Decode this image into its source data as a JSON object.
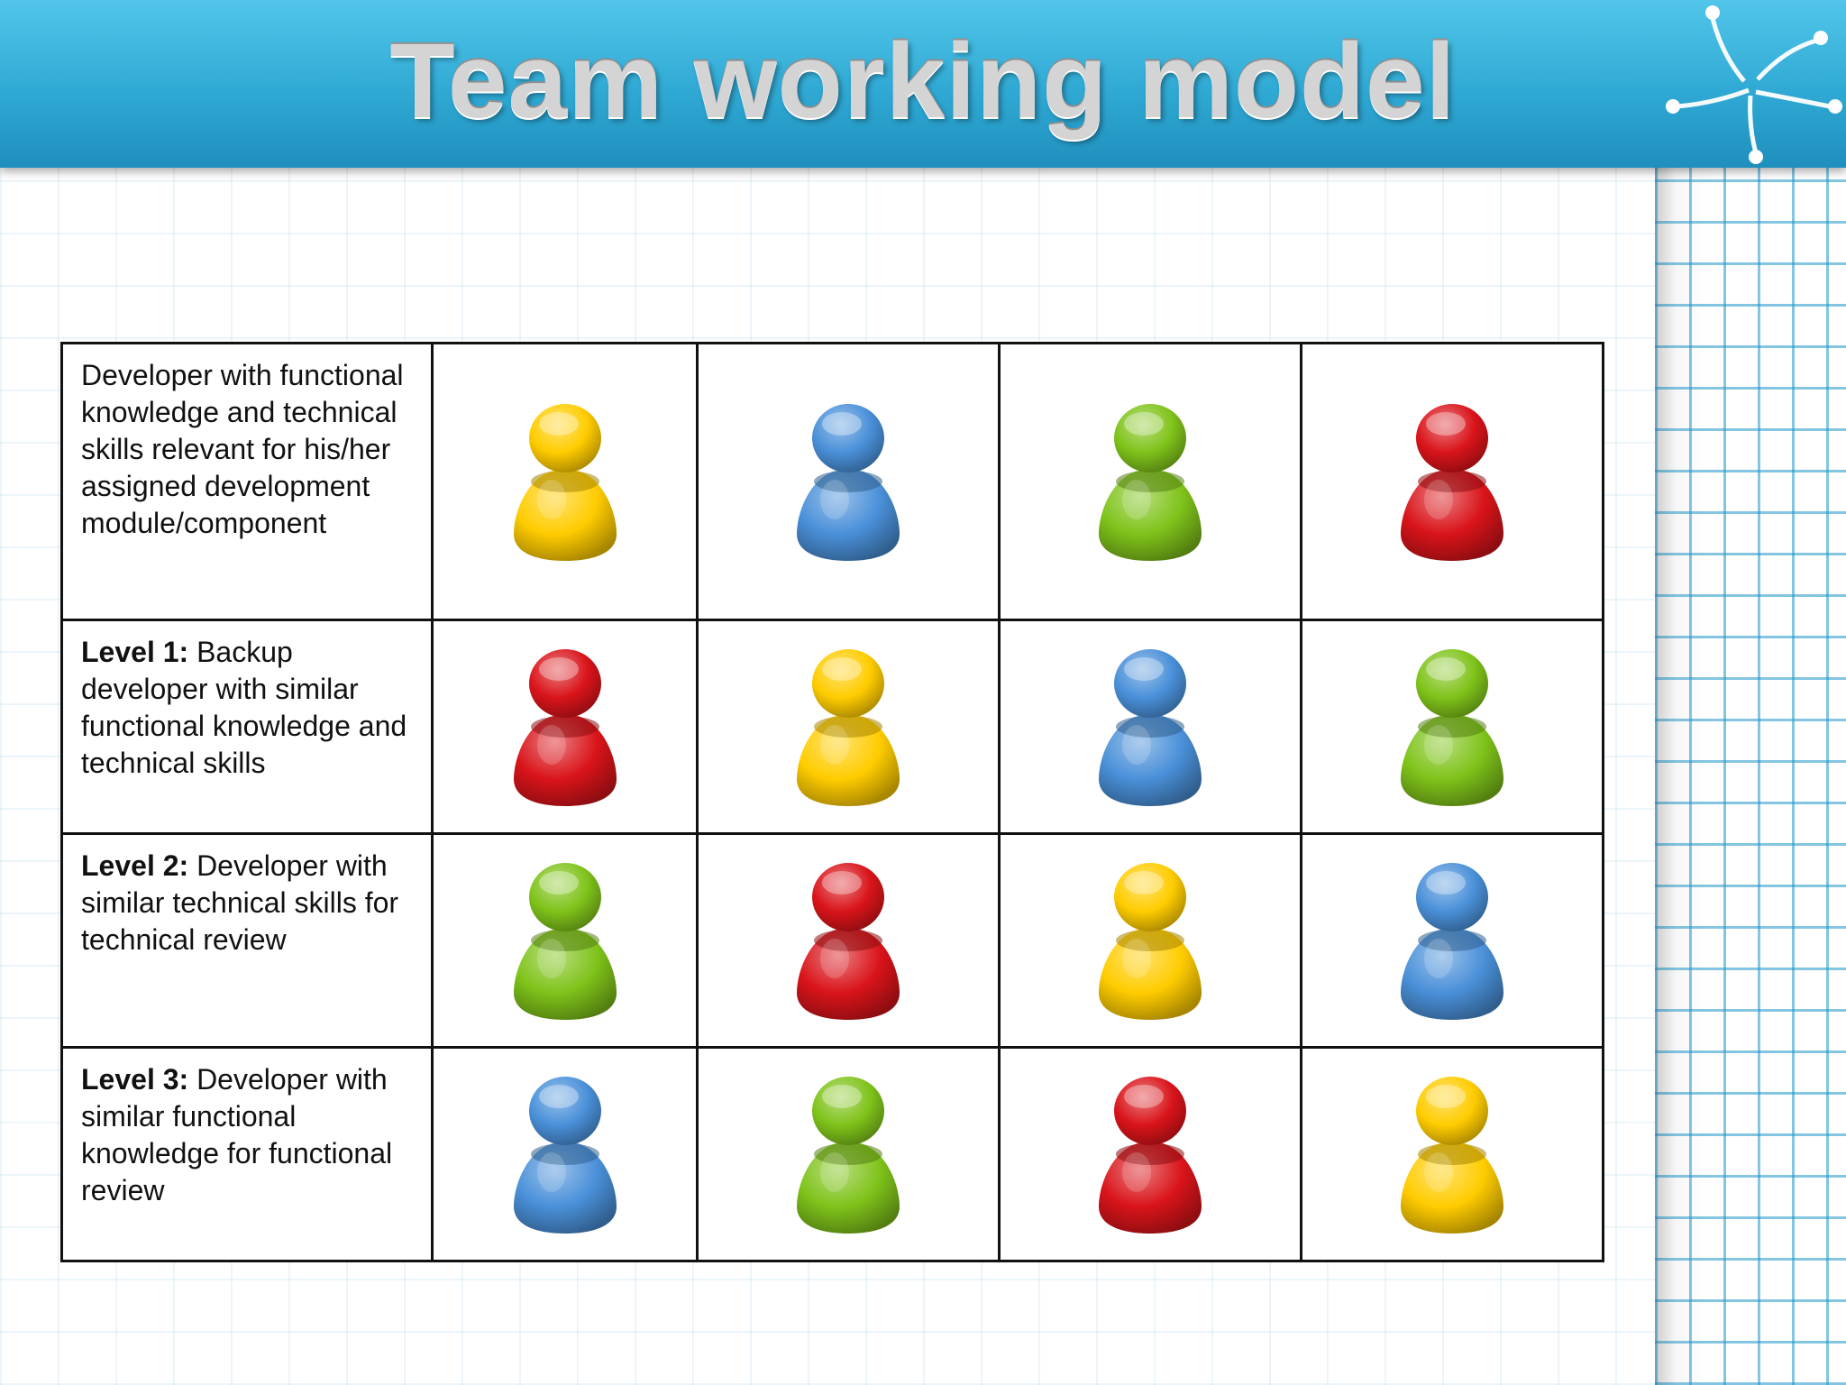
{
  "title": "Team working model",
  "colors": {
    "yellow": "#ffcc00",
    "blue": "#4a90d9",
    "green": "#7fc31a",
    "red": "#d9141a"
  },
  "rows": [
    {
      "level": "",
      "text": "Developer with functional knowledge and  technical skills relevant for his/her assigned development module/component",
      "figures": [
        "yellow",
        "blue",
        "green",
        "red"
      ]
    },
    {
      "level": "Level 1:",
      "text": "Backup developer with similar functional knowledge and technical skills",
      "figures": [
        "red",
        "yellow",
        "blue",
        "green"
      ]
    },
    {
      "level": "Level 2:",
      "text": "Developer with similar technical skills for technical review",
      "figures": [
        "green",
        "red",
        "yellow",
        "blue"
      ]
    },
    {
      "level": "Level 3:",
      "text": "Developer with similar functional knowledge for functional review",
      "figures": [
        "blue",
        "green",
        "red",
        "yellow"
      ]
    }
  ]
}
